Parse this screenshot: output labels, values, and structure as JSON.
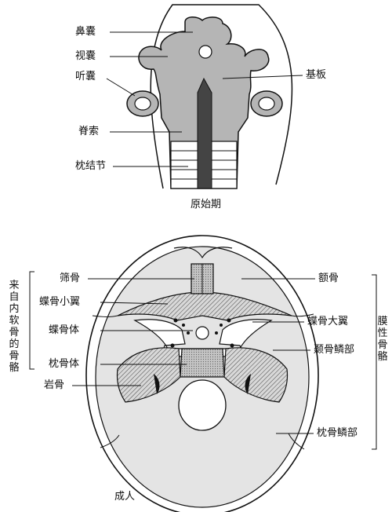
{
  "embryo": {
    "caption": "原始期",
    "labels": {
      "nasal_capsule": "鼻囊",
      "optic_capsule": "视囊",
      "otic_capsule": "听囊",
      "notochord": "脊索",
      "occipital_segments": "枕结节",
      "basal_plate": "基板"
    }
  },
  "adult": {
    "caption": "成人",
    "left_group": "来自内软骨的骨骼",
    "right_group": "膜性骨骼",
    "labels": {
      "ethmoid": "筛骨",
      "lesser_wing": "蝶骨小翼",
      "sphenoid_body": "蝶骨体",
      "occipital_body": "枕骨体",
      "petrous": "岩骨",
      "frontal": "额骨",
      "greater_wing": "蝶骨大翼",
      "temporal_squama": "颞骨鳞部",
      "occipital_squama": "枕骨鳞部"
    }
  },
  "colors": {
    "ink": "#111111",
    "shade": "#b5b5b5",
    "dark": "#555555"
  }
}
